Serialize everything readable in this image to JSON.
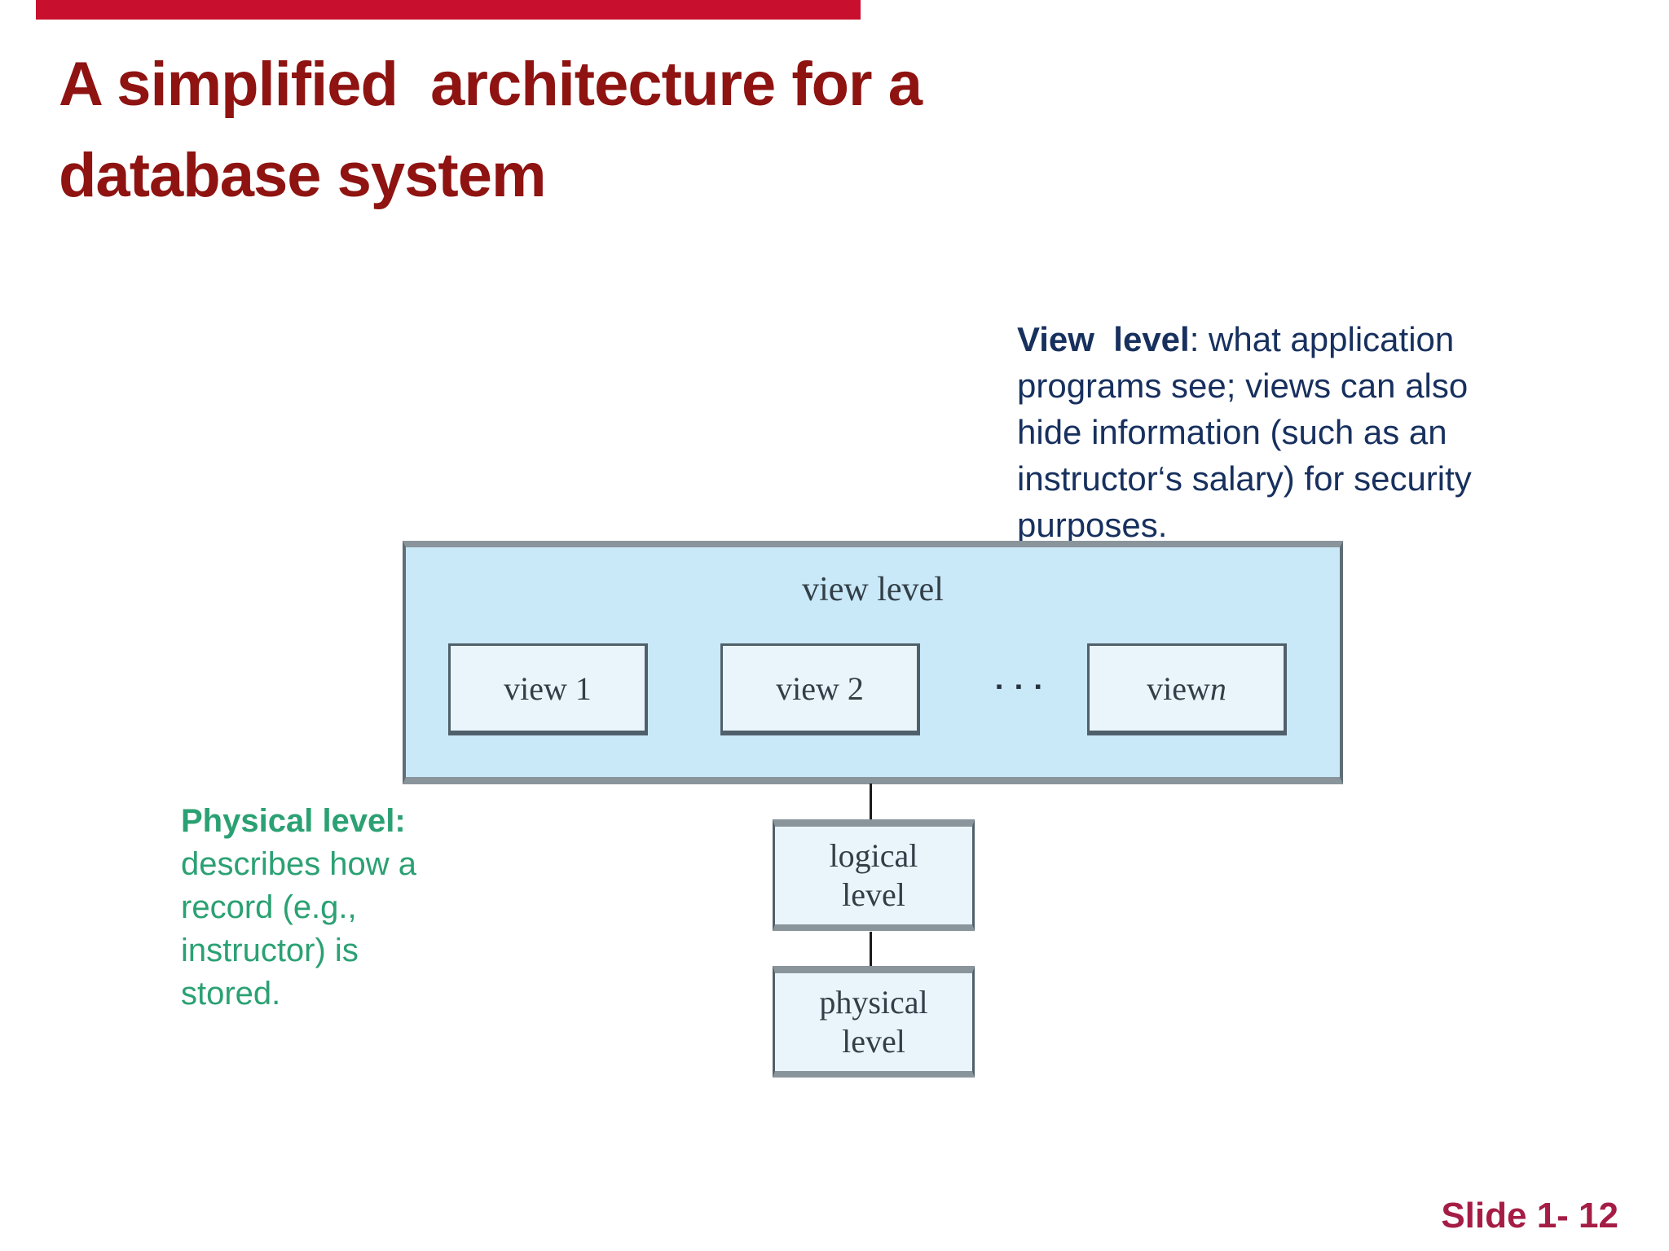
{
  "slide": {
    "title_lines": [
      "A simplified  architecture for a",
      "database system"
    ],
    "slide_number": "Slide 1- 12"
  },
  "view_note": {
    "bold_prefix": "View  level",
    "lines": [
      ": what application",
      "programs see; views can also",
      "hide information (such as an",
      "instructor‘s salary) for security",
      "purposes."
    ]
  },
  "physical_note": {
    "bold_line": "Physical level:",
    "lines": [
      "describes how a",
      "record (e.g.,",
      "instructor) is",
      "stored."
    ]
  },
  "diagram": {
    "container_label": "view level",
    "view_boxes": [
      "view 1",
      "view 2"
    ],
    "view_n_prefix": "view ",
    "view_n_italic": "n",
    "ellipsis": "▪▪▪",
    "logical_lines": [
      "logical",
      "level"
    ],
    "physical_lines": [
      "physical",
      "level"
    ]
  },
  "colors": {
    "top_bar": "#c8102e",
    "title": "#8e1311",
    "view_note": "#17305e",
    "physical_note": "#2ba173",
    "slide_number": "#a51d45",
    "container_fill": "#c9e8f8",
    "container_border": "#8a949b",
    "box_fill": "#eaf5fb",
    "box_border": "#50606a",
    "box_text": "#333f47",
    "connector": "#1b1b1b"
  }
}
